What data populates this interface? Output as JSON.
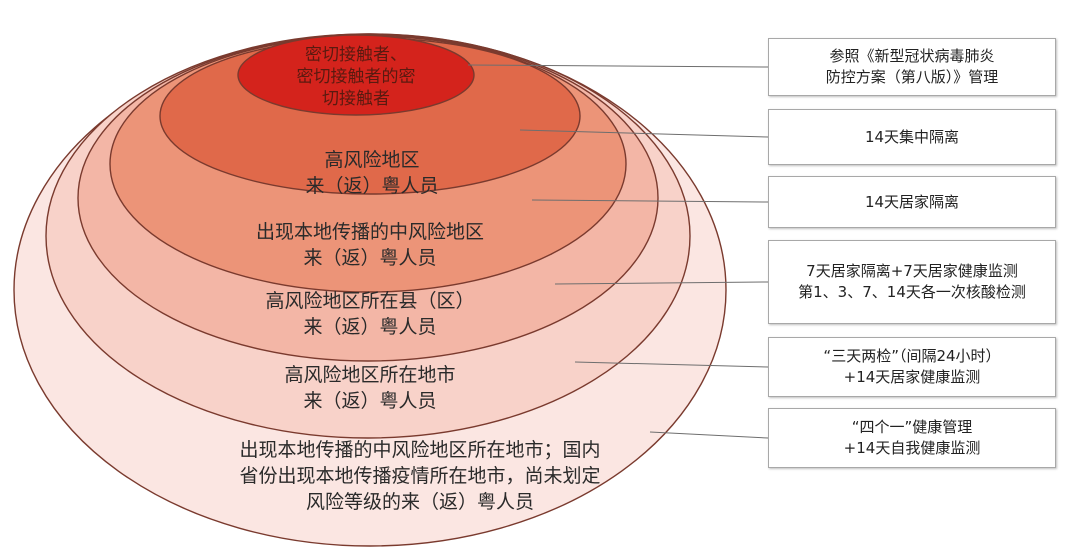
{
  "layers": [
    {
      "label": "出现本地传播的中风险地区所在地市；国内\n省份出现本地传播疫情所在地市，尚未划定\n风险等级的来（返）粤人员",
      "color": "#fbe6e2"
    },
    {
      "label": "高风险地区所在地市\n来（返）粤人员",
      "color": "#f8d2c9"
    },
    {
      "label": "高风险地区所在县（区）\n来（返）粤人员",
      "color": "#f3b6a6"
    },
    {
      "label": "出现本地传播的中风险地区\n来（返）粤人员",
      "color": "#ec9478"
    },
    {
      "label": "高风险地区\n来（返）粤人员",
      "color": "#e0694a"
    },
    {
      "label": "密切接触者、\n密切接触者的密\n切接触者",
      "color": "#d4231c"
    }
  ],
  "measures": [
    "参照《新型冠状病毒肺炎\n防控方案（第八版）》管理",
    "14天集中隔离",
    "14天居家隔离",
    "7天居家隔离+7天居家健康监测\n第1、3、7、14天各一次核酸检测",
    "“三天两检”（间隔24小时）\n+14天居家健康监测",
    "“四个一”健康管理\n+14天自我健康监测"
  ],
  "colors": {
    "outline": "#7a3a2e",
    "connector": "#6e6e6e",
    "box_border": "#a8a8a8"
  }
}
